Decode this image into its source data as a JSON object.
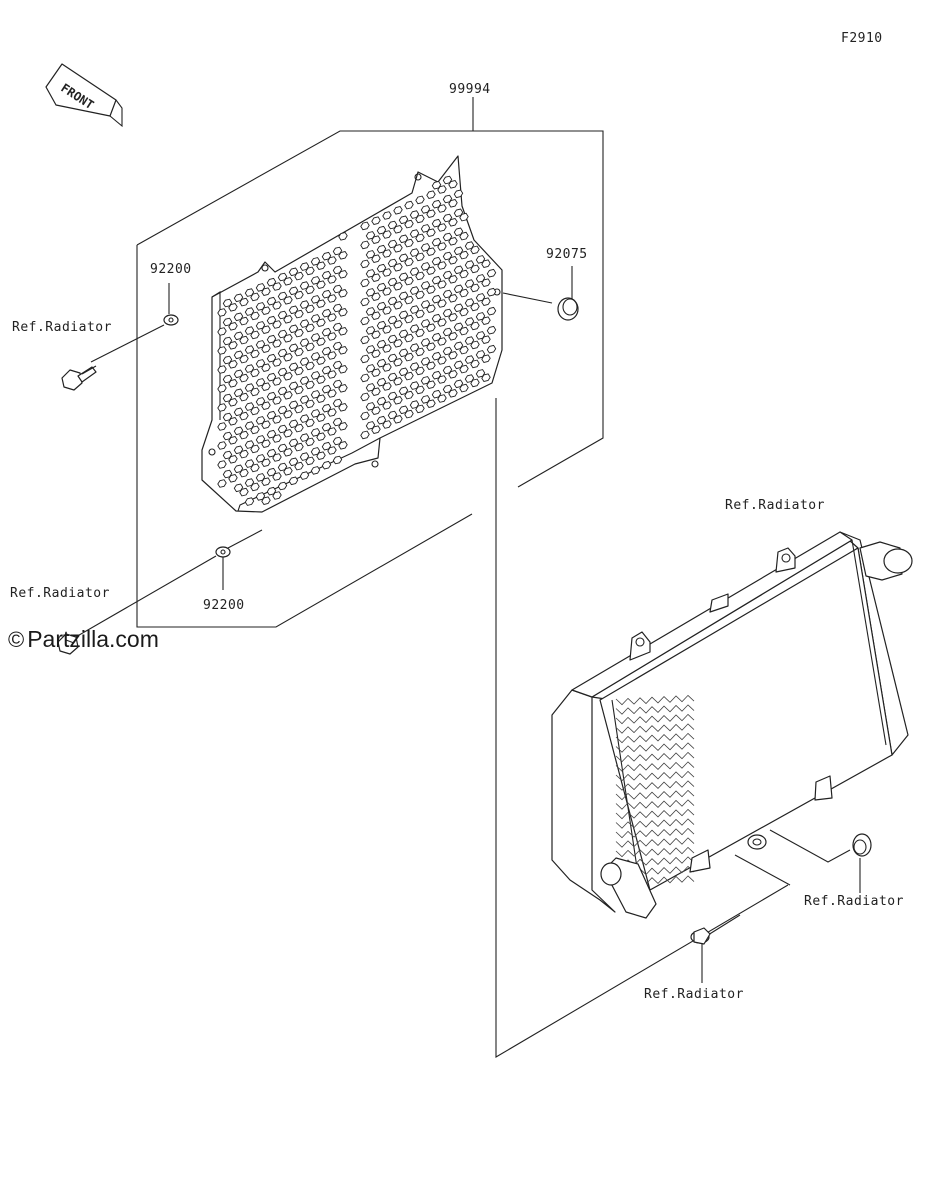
{
  "diagram": {
    "code": "F2910",
    "front_label": "FRONT",
    "watermark": {
      "symbol": "©",
      "text": "Partzilla.com"
    },
    "parts": {
      "guard_assembly": "99994",
      "washer_upper": "92200",
      "washer_lower": "92200",
      "grommet": "92075"
    },
    "refs": {
      "bolt_upper": "Ref.Radiator",
      "bolt_lower": "Ref.Radiator",
      "radiator_top": "Ref.Radiator",
      "radiator_right": "Ref.Radiator",
      "radiator_bottom": "Ref.Radiator"
    }
  }
}
